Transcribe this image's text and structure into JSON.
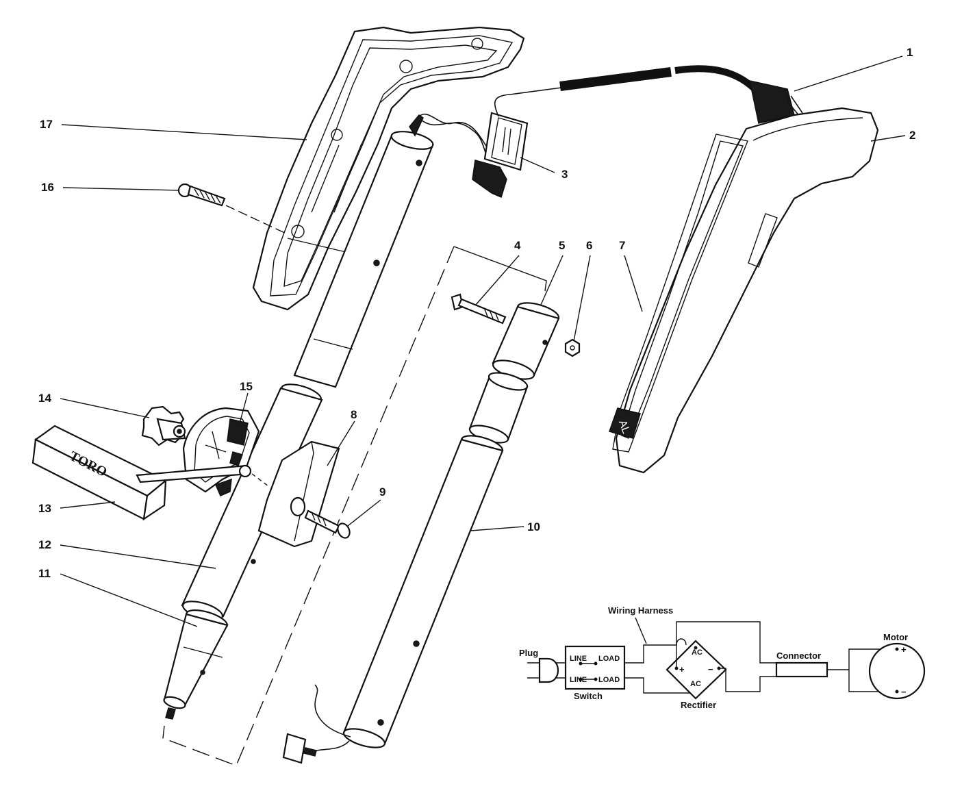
{
  "callouts": [
    {
      "id": "1",
      "label": "1"
    },
    {
      "id": "2",
      "label": "2"
    },
    {
      "id": "3",
      "label": "3"
    },
    {
      "id": "4",
      "label": "4"
    },
    {
      "id": "5",
      "label": "5"
    },
    {
      "id": "6",
      "label": "6"
    },
    {
      "id": "7",
      "label": "7"
    },
    {
      "id": "8",
      "label": "8"
    },
    {
      "id": "9",
      "label": "9"
    },
    {
      "id": "10",
      "label": "10"
    },
    {
      "id": "11",
      "label": "11"
    },
    {
      "id": "12",
      "label": "12"
    },
    {
      "id": "13",
      "label": "13"
    },
    {
      "id": "14",
      "label": "14"
    },
    {
      "id": "15",
      "label": "15"
    },
    {
      "id": "16",
      "label": "16"
    },
    {
      "id": "17",
      "label": "17"
    }
  ],
  "parts": {
    "handle_brand": "TORO",
    "housing_mark": "AL"
  },
  "wiring": {
    "harness": "Wiring Harness",
    "plug": "Plug",
    "switch": "Switch",
    "line1": "LINE",
    "line2": "LINE",
    "load1": "LOAD",
    "load2": "LOAD",
    "rectifier": "Rectifier",
    "ac_top": "AC",
    "ac_bottom": "AC",
    "plus": "+",
    "minus": "−",
    "connector": "Connector",
    "motor": "Motor",
    "motor_plus": "+",
    "motor_minus": "−"
  }
}
